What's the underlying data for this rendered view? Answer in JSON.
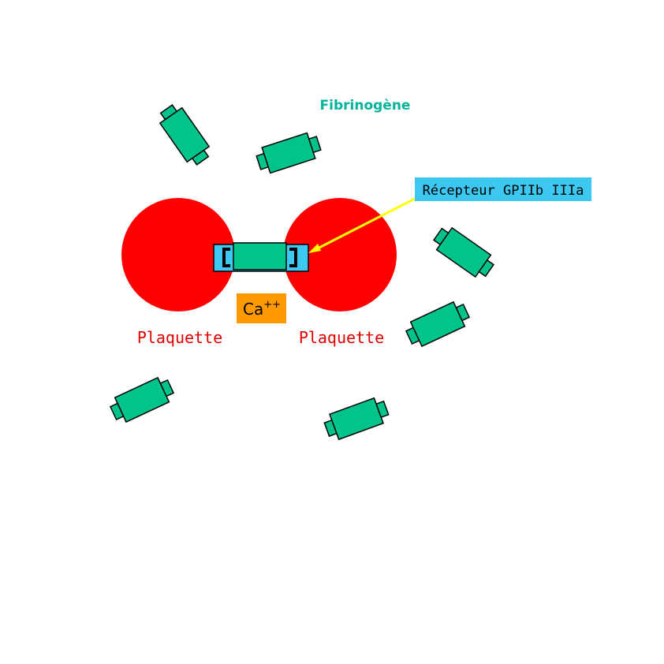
{
  "labels": {
    "fibrinogen": "Fibrinogène",
    "receptor": "Récepteur GPIIb IIIa",
    "calcium": "Ca",
    "calcium_charge": "++",
    "platelet_left": "Plaquette",
    "platelet_right": "Plaquette"
  },
  "colors": {
    "platelet": "#ff0000",
    "fibrinogen": "#00c48c",
    "fibrinogen_label": "#00b39a",
    "receptor_box": "#3cc8f0",
    "calcium_box": "#ff9900",
    "pointer_line": "#ffff00",
    "platelet_label": "#e00000"
  }
}
